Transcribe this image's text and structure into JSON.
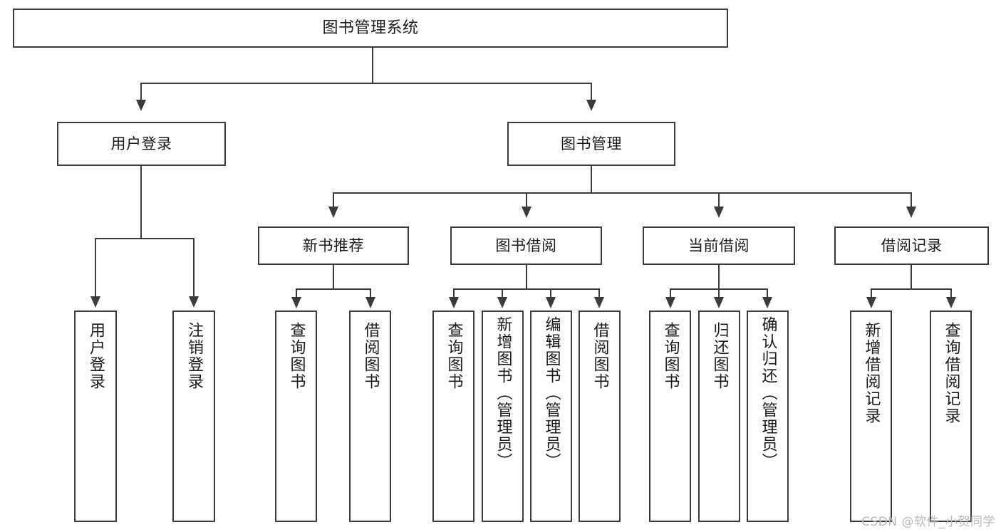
{
  "diagram": {
    "title": "图书管理系统",
    "type": "tree-hierarchy",
    "root": {
      "id": "root",
      "label": "图书管理系统"
    },
    "level1": [
      {
        "id": "user-login",
        "label": "用户登录"
      },
      {
        "id": "book-manage",
        "label": "图书管理"
      }
    ],
    "level2": [
      {
        "id": "new-book-rec",
        "label": "新书推荐",
        "parent": "book-manage"
      },
      {
        "id": "book-borrow",
        "label": "图书借阅",
        "parent": "book-manage"
      },
      {
        "id": "current-borrow",
        "label": "当前借阅",
        "parent": "book-manage"
      },
      {
        "id": "borrow-record",
        "label": "借阅记录",
        "parent": "book-manage"
      }
    ],
    "leaves": [
      {
        "id": "leaf-user-login",
        "label": "用户登录",
        "parent": "user-login"
      },
      {
        "id": "leaf-logout",
        "label": "注销登录",
        "parent": "user-login"
      },
      {
        "id": "leaf-query-book-1",
        "label": "查询图书",
        "parent": "new-book-rec"
      },
      {
        "id": "leaf-borrow-book-1",
        "label": "借阅图书",
        "parent": "new-book-rec"
      },
      {
        "id": "leaf-query-book-2",
        "label": "查询图书",
        "parent": "book-borrow"
      },
      {
        "id": "leaf-add-book",
        "label": "新增图书（管理员）",
        "parent": "book-borrow"
      },
      {
        "id": "leaf-edit-book",
        "label": "编辑图书（管理员）",
        "parent": "book-borrow"
      },
      {
        "id": "leaf-borrow-book-2",
        "label": "借阅图书",
        "parent": "book-borrow"
      },
      {
        "id": "leaf-query-book-3",
        "label": "查询图书",
        "parent": "current-borrow"
      },
      {
        "id": "leaf-return-book",
        "label": "归还图书",
        "parent": "current-borrow"
      },
      {
        "id": "leaf-confirm-return",
        "label": "确认归还（管理员）",
        "parent": "current-borrow"
      },
      {
        "id": "leaf-add-record",
        "label": "新增借阅记录",
        "parent": "borrow-record"
      },
      {
        "id": "leaf-query-record",
        "label": "查询借阅记录",
        "parent": "borrow-record"
      }
    ]
  },
  "watermark": {
    "text": "CSDN @软件_小贺同学"
  },
  "colors": {
    "stroke": "#3b3b3b",
    "fill": "#ffffff",
    "text": "#1a1a1a",
    "watermark": "#b9b9b9"
  }
}
